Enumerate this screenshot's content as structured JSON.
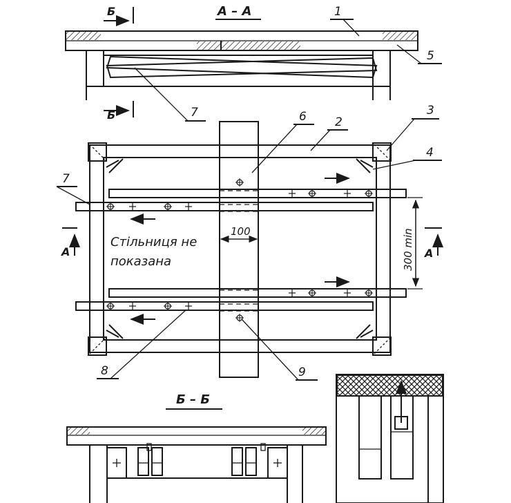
{
  "section_titles": {
    "aa": "А – А",
    "bb": "Б – Б"
  },
  "cut_marks": {
    "b_top": "Б",
    "b_bottom": "Б",
    "a_left": "А",
    "a_right": "А"
  },
  "callouts": [
    "1",
    "2",
    "3",
    "4",
    "5",
    "6",
    "7",
    "7",
    "8",
    "9"
  ],
  "dimensions": {
    "width": "100",
    "gap": "300 min"
  },
  "note": {
    "line1": "Стільниця не",
    "line2": "показана"
  },
  "colors": {
    "ink": "#1a1a1a",
    "paper": "#ffffff",
    "hatch": "#1a1a1a"
  }
}
